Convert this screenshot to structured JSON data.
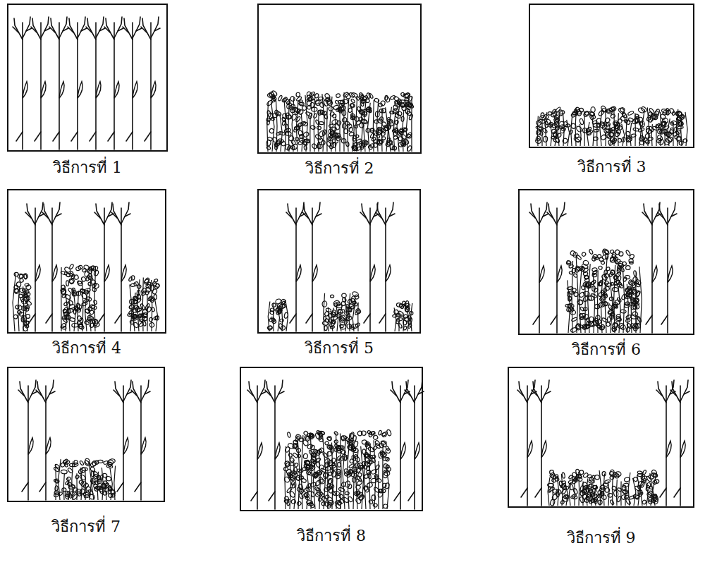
{
  "diagram": {
    "nodes": [
      {
        "text": [
          "วิธีการที่ 1"
        ]
      },
      {
        "text": [
          "วิธีการที่ 2"
        ]
      },
      {
        "text": [
          "วิธีการที่ 3"
        ]
      },
      {
        "text": [
          "วิธีการที่ 4"
        ]
      },
      {
        "text": [
          "วิธีการที่ 5"
        ]
      },
      {
        "text": [
          "วิธีการที่ 6"
        ]
      },
      {
        "text": [
          "วิธีการที่ 7"
        ]
      },
      {
        "text": [
          "วิธีการที่ 8"
        ]
      },
      {
        "text": [
          "วิธีการที่ 9"
        ]
      }
    ]
  }
}
